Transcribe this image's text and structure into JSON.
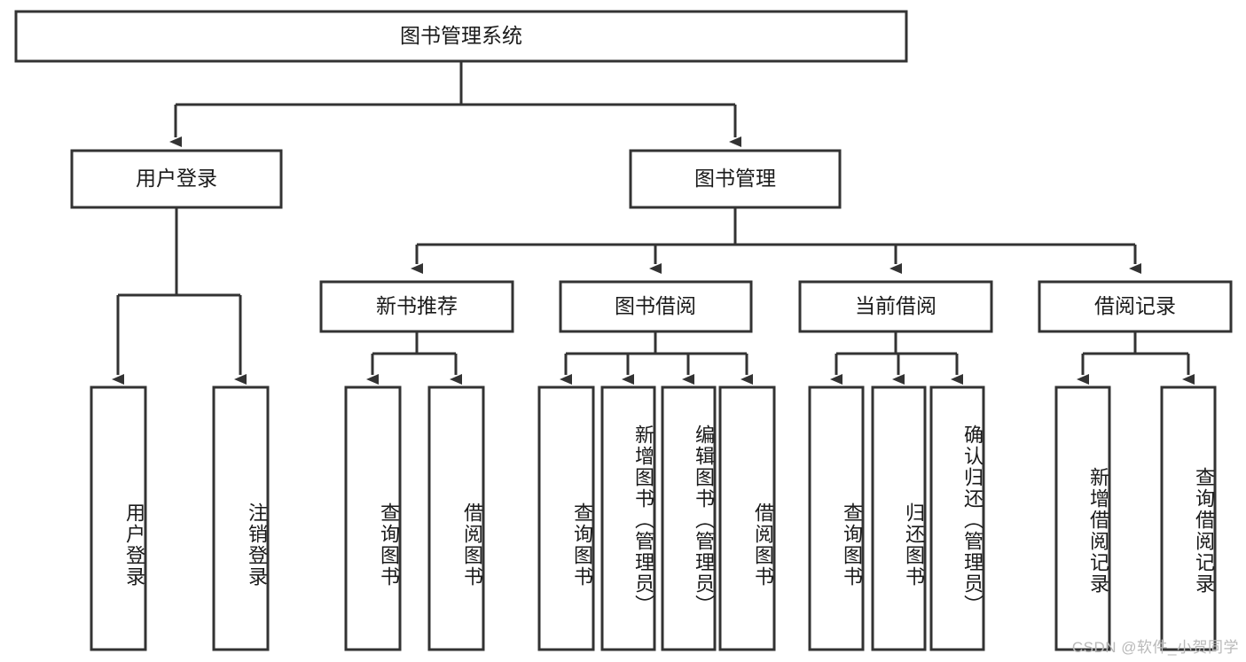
{
  "diagram": {
    "type": "tree",
    "title": "图书管理系统",
    "watermark": "CSDN @软件_小贺同学",
    "nodes": {
      "root": {
        "label": "图书管理系统"
      },
      "l2": [
        {
          "id": "user-login",
          "label": "用户登录"
        },
        {
          "id": "book-management",
          "label": "图书管理"
        }
      ],
      "l3": [
        {
          "id": "new-book-recommend",
          "label": "新书推荐"
        },
        {
          "id": "book-borrow",
          "label": "图书借阅"
        },
        {
          "id": "current-borrow",
          "label": "当前借阅"
        },
        {
          "id": "borrow-record",
          "label": "借阅记录"
        }
      ],
      "leaves": [
        {
          "id": "leaf-user-login",
          "label": "用户登录",
          "parent": "user-login"
        },
        {
          "id": "leaf-logout",
          "label": "注销登录",
          "parent": "user-login"
        },
        {
          "id": "leaf-query-book-1",
          "label": "查询图书",
          "parent": "new-book-recommend"
        },
        {
          "id": "leaf-borrow-book-1",
          "label": "借阅图书",
          "parent": "new-book-recommend"
        },
        {
          "id": "leaf-query-book-2",
          "label": "查询图书",
          "parent": "book-borrow"
        },
        {
          "id": "leaf-add-book",
          "label": "新增图书（管理员）",
          "parent": "book-borrow"
        },
        {
          "id": "leaf-edit-book",
          "label": "编辑图书（管理员）",
          "parent": "book-borrow"
        },
        {
          "id": "leaf-borrow-book-2",
          "label": "借阅图书",
          "parent": "book-borrow"
        },
        {
          "id": "leaf-query-book-3",
          "label": "查询图书",
          "parent": "current-borrow"
        },
        {
          "id": "leaf-return-book",
          "label": "归还图书",
          "parent": "current-borrow"
        },
        {
          "id": "leaf-confirm-return",
          "label": "确认归还（管理员）",
          "parent": "current-borrow"
        },
        {
          "id": "leaf-add-record",
          "label": "新增借阅记录",
          "parent": "borrow-record"
        },
        {
          "id": "leaf-query-record",
          "label": "查询借阅记录",
          "parent": "borrow-record"
        }
      ]
    },
    "colors": {
      "box_fill": "#ffffff",
      "box_stroke": "#333333",
      "text": "#1a1a1a",
      "watermark": "#b9b9b9"
    }
  }
}
